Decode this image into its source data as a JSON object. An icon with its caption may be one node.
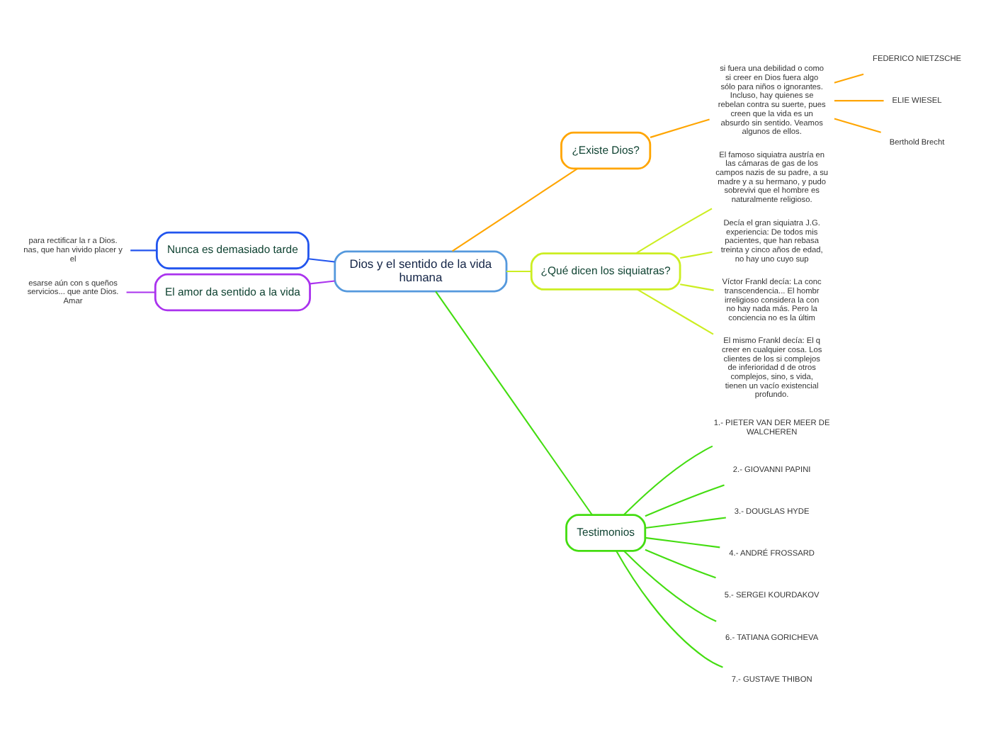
{
  "diagram": {
    "nodes": [
      {
        "text": [
          "Dios y el sentido de la vida humana"
        ]
      },
      {
        "text": [
          "¿Existe Dios?"
        ]
      },
      {
        "text": [
          "si fuera una debilidad o como si creer en Dios fuera algo sólo para niños o ignorantes. Incluso, hay quienes se rebelan contra su suerte, pues creen que la vida es un absurdo sin sentido. Veamos algunos de ellos."
        ]
      },
      {
        "text": [
          "FEDERICO NIETZSCHE"
        ]
      },
      {
        "text": [
          "ELIE WIESEL"
        ]
      },
      {
        "text": [
          "Berthold Brecht"
        ]
      },
      {
        "text": [
          "¿Qué dicen los siquiatras?"
        ]
      },
      {
        "text": [
          "El famoso siquiatra austría en las cámaras de gas de los campos nazis de su padre, a su madre y a su hermano, y pudo sobrevivi que el hombre es naturalmente religioso."
        ]
      },
      {
        "text": [
          "Decía el gran siquiatra J.G. experiencia: De todos mis pacientes, que han rebasa treinta y cinco años de edad, no hay uno cuyo sup"
        ]
      },
      {
        "text": [
          "Víctor Frankl decía: La conc transcendencia... El hombr irreligioso considera la con no hay nada más. Pero la conciencia no es la últim"
        ]
      },
      {
        "text": [
          "El mismo Frankl decía: El q creer en cualquier cosa. Los clientes de los si complejos de inferioridad d de otros complejos, sino, s vida, tienen un vacío existencial profundo."
        ]
      },
      {
        "text": [
          "Testimonios"
        ]
      },
      {
        "text": [
          "1.- PIETER VAN DER MEER DE WALCHEREN"
        ]
      },
      {
        "text": [
          "2.- GIOVANNI PAPINI"
        ]
      },
      {
        "text": [
          "3.- DOUGLAS HYDE"
        ]
      },
      {
        "text": [
          "4.- ANDRÉ FROSSARD"
        ]
      },
      {
        "text": [
          "5.- SERGEI KOURDAKOV"
        ]
      },
      {
        "text": [
          "6.- TATIANA GORICHEVA"
        ]
      },
      {
        "text": [
          "7.- GUSTAVE THIBON"
        ]
      },
      {
        "text": [
          "Nunca es demasiado tarde"
        ]
      },
      {
        "text": [
          "para rectificar la r a Dios. nas, que han vivido placer y el"
        ]
      },
      {
        "text": [
          "El amor da sentido a la vida"
        ]
      },
      {
        "text": [
          "esarse aún con s queños servicios... que ante Dios. Amar"
        ]
      }
    ],
    "edges": [
      {
        "from": 0,
        "to": 1,
        "arrow": "none",
        "color": "#ffa500"
      },
      {
        "from": 1,
        "to": 2,
        "arrow": "none",
        "color": "#ffa500"
      },
      {
        "from": 2,
        "to": 3,
        "arrow": "none",
        "color": "#ffa500"
      },
      {
        "from": 2,
        "to": 4,
        "arrow": "none",
        "color": "#ffa500"
      },
      {
        "from": 2,
        "to": 5,
        "arrow": "none",
        "color": "#ffa500"
      },
      {
        "from": 0,
        "to": 6,
        "arrow": "none",
        "color": "#ccee22"
      },
      {
        "from": 6,
        "to": 7,
        "arrow": "none",
        "color": "#ccee22"
      },
      {
        "from": 6,
        "to": 8,
        "arrow": "none",
        "color": "#ccee22"
      },
      {
        "from": 6,
        "to": 9,
        "arrow": "none",
        "color": "#ccee22"
      },
      {
        "from": 6,
        "to": 10,
        "arrow": "none",
        "color": "#ccee22"
      },
      {
        "from": 0,
        "to": 11,
        "arrow": "none",
        "color": "#44dd11"
      },
      {
        "from": 11,
        "to": 12,
        "arrow": "none",
        "color": "#44dd11"
      },
      {
        "from": 11,
        "to": 13,
        "arrow": "none",
        "color": "#44dd11"
      },
      {
        "from": 11,
        "to": 14,
        "arrow": "none",
        "color": "#44dd11"
      },
      {
        "from": 11,
        "to": 15,
        "arrow": "none",
        "color": "#44dd11"
      },
      {
        "from": 11,
        "to": 16,
        "arrow": "none",
        "color": "#44dd11"
      },
      {
        "from": 11,
        "to": 17,
        "arrow": "none",
        "color": "#44dd11"
      },
      {
        "from": 11,
        "to": 18,
        "arrow": "none",
        "color": "#44dd11"
      },
      {
        "from": 0,
        "to": 19,
        "arrow": "none",
        "color": "#2255ee"
      },
      {
        "from": 19,
        "to": 20,
        "arrow": "none",
        "color": "#2255ee"
      },
      {
        "from": 0,
        "to": 21,
        "arrow": "none",
        "color": "#aa33ee"
      },
      {
        "from": 21,
        "to": 22,
        "arrow": "none",
        "color": "#aa33ee"
      }
    ]
  }
}
